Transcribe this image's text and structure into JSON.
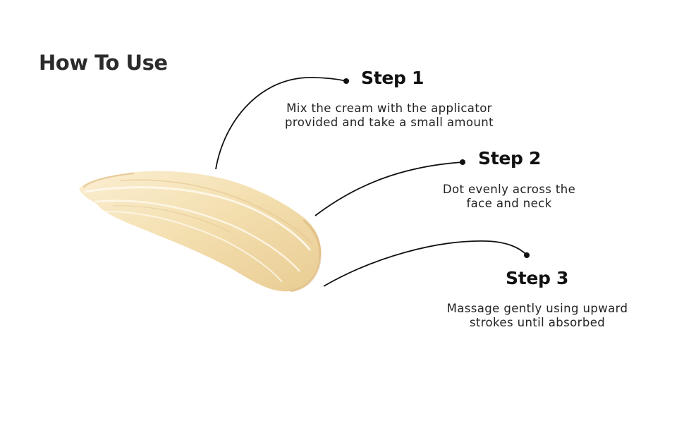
{
  "title": "How To Use",
  "steps": [
    {
      "heading": "Step 1",
      "description_lines": [
        "Mix the cream with the applicator",
        "provided and take a small amount"
      ]
    },
    {
      "heading": "Step 2",
      "description_lines": [
        "Dot evenly across the",
        "face and neck"
      ]
    },
    {
      "heading": "Step 3",
      "description_lines": [
        "Massage gently using upward",
        "strokes until absorbed"
      ]
    }
  ],
  "colors": {
    "cream_light": "#f8e8c2",
    "cream_mid": "#f0d9a6",
    "cream_shadow": "#dcb880",
    "ink": "#111111"
  }
}
